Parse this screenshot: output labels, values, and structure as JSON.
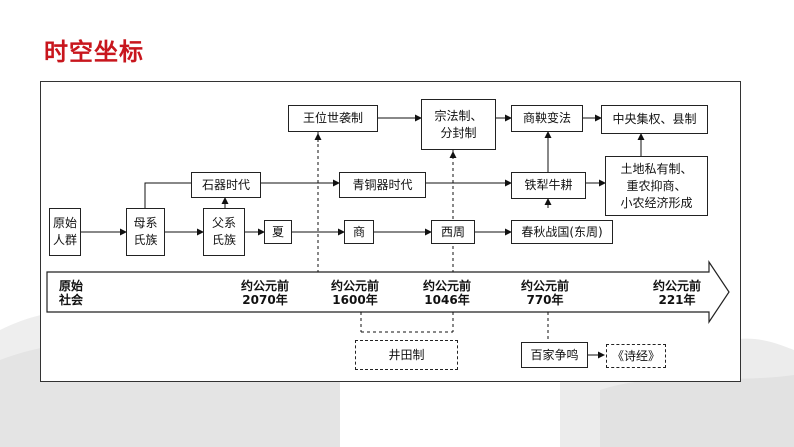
{
  "slide": {
    "title": "时空坐标"
  },
  "nodes": {
    "yuanshi_renqun": "原始\n人群",
    "muxi_shizu": "母系\n氏族",
    "fuxi_shizu": "父系\n氏族",
    "xia": "夏",
    "shang": "商",
    "xizhou": "西周",
    "chunqiu_zhanguo": "春秋战国(东周)",
    "shiqi_shidai": "石器时代",
    "qingtongqi_shidai": "青铜器时代",
    "tieli_niugeng": "铁犁牛耕",
    "tudi_siyouzhi": "土地私有制、\n重农抑商、\n小农经济形成",
    "wangwei_shixizhi": "王位世袭制",
    "zongfazhi_fenfengzhi": "宗法制、\n分封制",
    "shangyang_bianfa": "商鞅变法",
    "zhongyang_jiquan": "中央集权、县制",
    "jingtianzhi": "井田制",
    "baijia_zhengming": "百家争鸣",
    "shijing": "《诗经》"
  },
  "timeline": {
    "labels": [
      {
        "line1": "原始",
        "line2": "社会"
      },
      {
        "line1": "约公元前",
        "line2": "2070年"
      },
      {
        "line1": "约公元前",
        "line2": "1600年"
      },
      {
        "line1": "约公元前",
        "line2": "1046年"
      },
      {
        "line1": "约公元前",
        "line2": "770年"
      },
      {
        "line1": "约公元前",
        "line2": "221年"
      }
    ]
  }
}
